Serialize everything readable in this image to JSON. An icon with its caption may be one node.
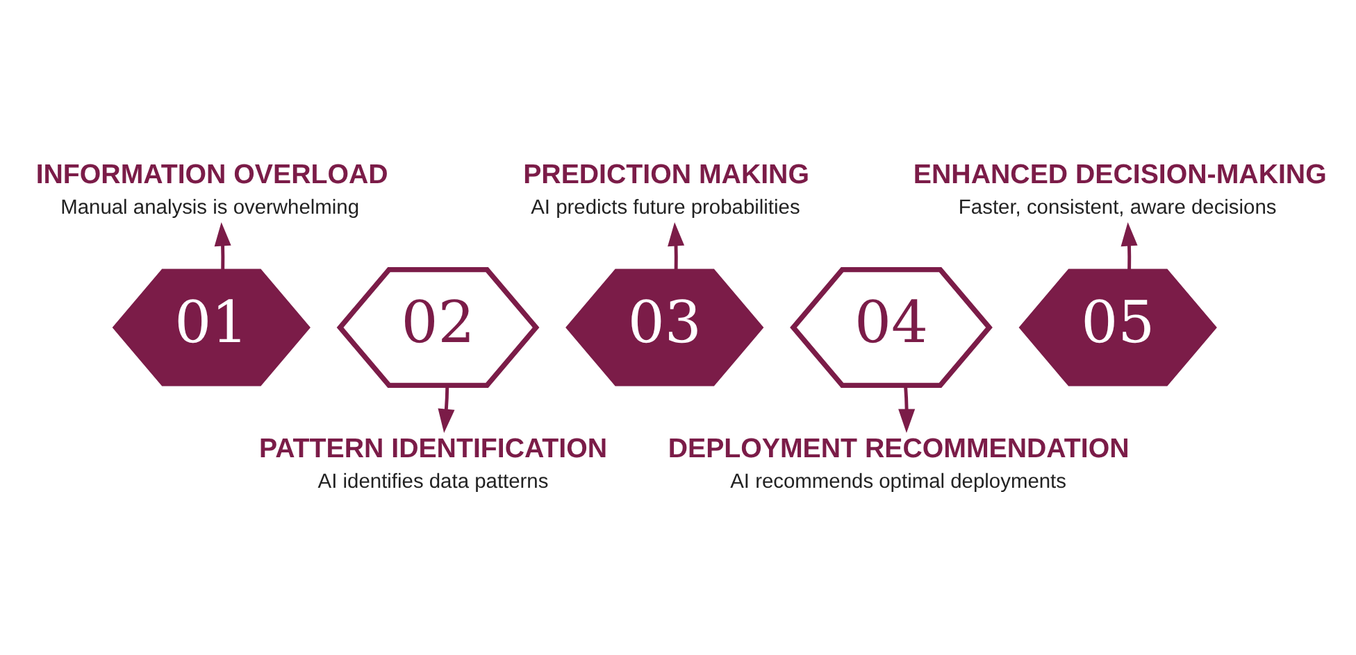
{
  "diagram": {
    "nodes": [
      {
        "text": [
          "INFORMATION OVERLOAD",
          "Manual analysis is overwhelming"
        ]
      },
      {
        "text": [
          "PREDICTION MAKING",
          "AI predicts future probabilities"
        ]
      },
      {
        "text": [
          "ENHANCED DECISION-MAKING",
          "Faster, consistent, aware decisions"
        ]
      },
      {
        "text": [
          "01"
        ]
      },
      {
        "text": [
          "02"
        ]
      },
      {
        "text": [
          "03"
        ]
      },
      {
        "text": [
          "04"
        ]
      },
      {
        "text": [
          "05"
        ]
      },
      {
        "text": [
          "PATTERN IDENTIFICATION",
          "AI identifies data patterns"
        ]
      },
      {
        "text": [
          "DEPLOYMENT RECOMMENDATION",
          "AI recommends optimal deployments"
        ]
      }
    ],
    "edges": [
      {
        "from": 3,
        "to": 0,
        "arrow": "to"
      },
      {
        "from": 4,
        "to": 8,
        "arrow": "to"
      },
      {
        "from": 5,
        "to": 1,
        "arrow": "to"
      },
      {
        "from": 6,
        "to": 9,
        "arrow": "to"
      },
      {
        "from": 7,
        "to": 2,
        "arrow": "to"
      }
    ]
  }
}
